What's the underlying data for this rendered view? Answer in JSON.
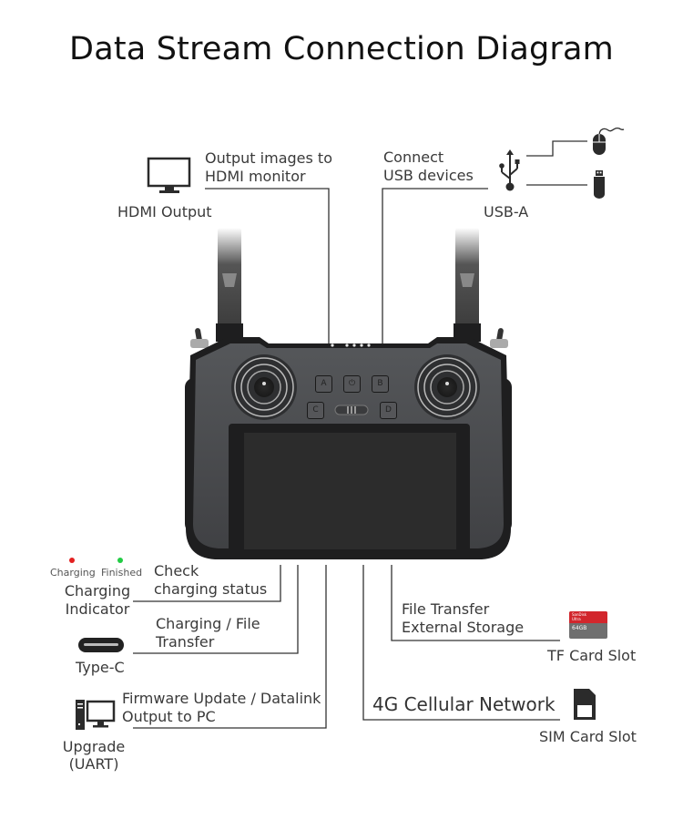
{
  "title": "Data Stream Connection Diagram",
  "colors": {
    "line": "#333333",
    "icon": "#2b2b2b",
    "device_body": "#4a4b4d",
    "device_dark": "#1e1e1f",
    "screen": "#2a2a2a",
    "charging_led": "#e32020",
    "finished_led": "#22cc44",
    "tf_card_red": "#d2262c",
    "tf_card_gray": "#6f6f6f"
  },
  "top_left": {
    "icon": "monitor-icon",
    "name": "HDMI Output",
    "description_lines": [
      "Output images to",
      "HDMI monitor"
    ]
  },
  "top_right": {
    "icon": "usb-icon",
    "name": "USB-A",
    "description_lines": [
      "Connect",
      "USB devices"
    ],
    "peripherals": [
      "mouse-icon",
      "usb-flash-drive-icon"
    ]
  },
  "device": {
    "buttons": [
      "A",
      "⏻",
      "B",
      "C",
      "D"
    ],
    "status_led_count": 5
  },
  "bottom_left": [
    {
      "id": "charging-indicator",
      "name_lines": [
        "Charging",
        "Indicator"
      ],
      "description_lines": [
        "Check",
        "charging status"
      ],
      "states": [
        {
          "label": "Charging",
          "color": "#e32020"
        },
        {
          "label": "Finished",
          "color": "#22cc44"
        }
      ]
    },
    {
      "id": "type-c",
      "icon": "usb-c-port-icon",
      "name": "Type-C",
      "description_lines": [
        "Charging / File",
        "Transfer"
      ]
    },
    {
      "id": "upgrade-uart",
      "icon": "desktop-pc-icon",
      "name_lines": [
        "Upgrade",
        "(UART)"
      ],
      "description_lines": [
        "Firmware Update / Datalink",
        "Output to PC"
      ]
    }
  ],
  "bottom_right": [
    {
      "id": "tf-card",
      "icon": "microsd-card-icon",
      "name": "TF Card Slot",
      "description_lines": [
        "File Transfer",
        "External Storage"
      ],
      "card_text": [
        "SanDisk",
        "Ultra",
        "64GB"
      ]
    },
    {
      "id": "sim-card",
      "icon": "sim-card-icon",
      "name": "SIM Card Slot",
      "description": "4G Cellular Network"
    }
  ]
}
